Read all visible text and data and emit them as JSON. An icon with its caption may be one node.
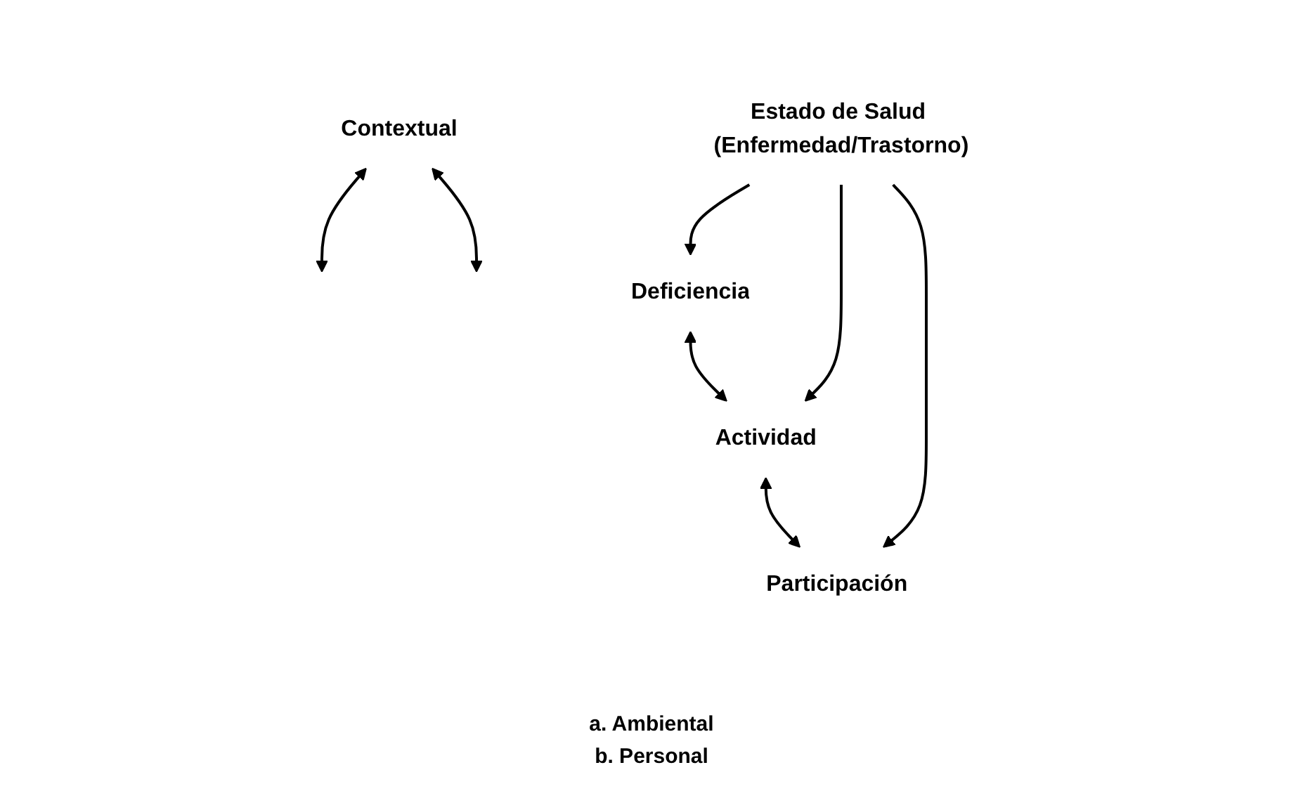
{
  "diagram": {
    "nodes": [
      {
        "text": [
          "Estado de Salud (Enfermedad/Trastorno)"
        ]
      },
      {
        "text": [
          "Deficiencia"
        ]
      },
      {
        "text": [
          "Actividad"
        ]
      },
      {
        "text": [
          "Participación"
        ]
      },
      {
        "text": [
          "Contextual"
        ]
      }
    ],
    "edges": [
      {
        "from": 0,
        "to": 1,
        "arrow": "to"
      },
      {
        "from": 0,
        "to": 2,
        "arrow": "to"
      },
      {
        "from": 0,
        "to": 3,
        "arrow": "to"
      },
      {
        "from": 1,
        "to": 2,
        "arrow": "both"
      },
      {
        "from": 2,
        "to": 3,
        "arrow": "both"
      },
      {
        "from": 4,
        "to": null,
        "arrow": "both"
      },
      {
        "from": 4,
        "to": null,
        "arrow": "both"
      }
    ],
    "labels": [
      "a. Ambiental",
      "b. Personal"
    ]
  }
}
